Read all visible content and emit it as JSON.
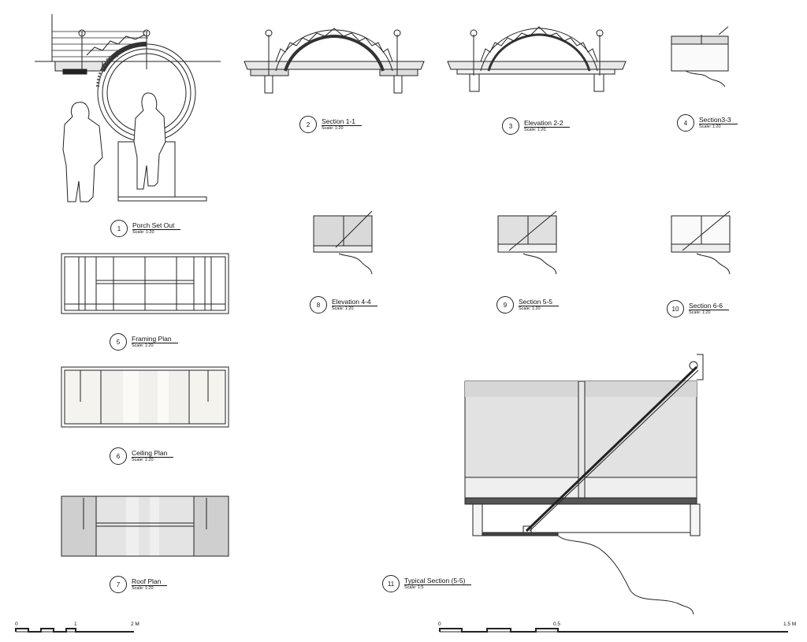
{
  "drawings": [
    {
      "num": "1",
      "title": "Porch Set Out",
      "scale": "Scale: 1:20"
    },
    {
      "num": "2",
      "title": "Section 1-1",
      "scale": "Scale: 1:20"
    },
    {
      "num": "3",
      "title": "Elevation 2-2",
      "scale": "Scale: 1:20"
    },
    {
      "num": "4",
      "title": "Section3-3",
      "scale": "Scale: 1:20"
    },
    {
      "num": "5",
      "title": "Framing Plan",
      "scale": "Scale: 1:20"
    },
    {
      "num": "6",
      "title": "Ceiling Plan",
      "scale": "Scale: 1:20"
    },
    {
      "num": "7",
      "title": "Roof Plan",
      "scale": "Scale: 1:20"
    },
    {
      "num": "8",
      "title": "Elevation 4-4",
      "scale": "Scale: 1:20"
    },
    {
      "num": "9",
      "title": "Section 5-5",
      "scale": "Scale: 1:20"
    },
    {
      "num": "10",
      "title": "Section 6-6",
      "scale": "Scale: 1:20"
    },
    {
      "num": "11",
      "title": "Typical Section (5-5)",
      "scale": "Scale: 1:5"
    }
  ],
  "scale_bars": [
    {
      "ticks": [
        "0",
        "1",
        "2 M"
      ]
    },
    {
      "ticks": [
        "0",
        "0.5",
        "1.5 M"
      ]
    }
  ],
  "colors": {
    "line": "#222222",
    "fill_light": "#eeeeee",
    "fill_mid": "#d9d9d9",
    "fill_dark": "#bdbdbd"
  }
}
